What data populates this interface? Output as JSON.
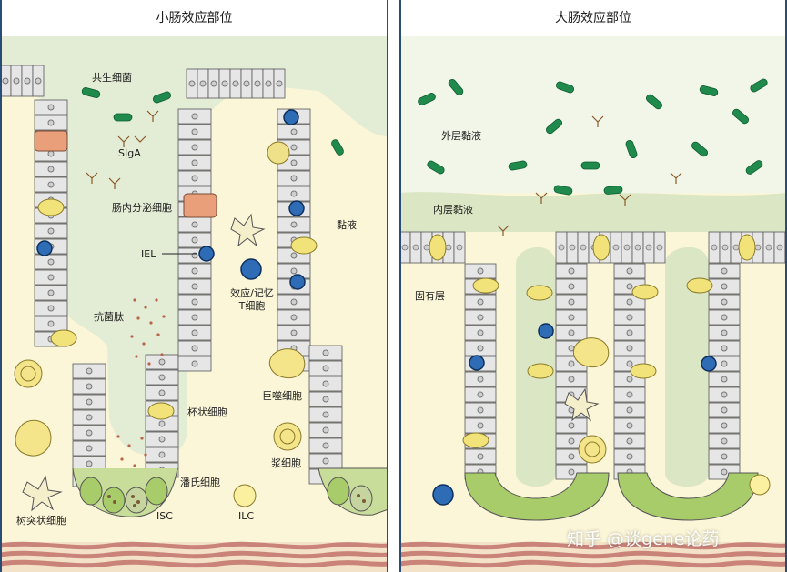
{
  "panels": {
    "small_intestine": {
      "title": "小肠效应部位",
      "labels": {
        "commensal": "共生细菌",
        "siga": "SIgA",
        "enteroendocrine": "肠内分泌细胞",
        "iel": "IEL",
        "effector_memory": "效应/记忆",
        "t_cell": "T细胞",
        "mucus": "黏液",
        "antimicrobial": "抗菌肽",
        "goblet": "杯状细胞",
        "macrophage": "巨噬细胞",
        "plasma": "浆细胞",
        "paneth": "潘氏细胞",
        "isc": "ISC",
        "ilc": "ILC",
        "dendritic": "树突状细胞"
      }
    },
    "large_intestine": {
      "title": "大肠效应部位",
      "labels": {
        "outer_mucus": "外层黏液",
        "inner_mucus": "内层黏液",
        "lamina_propria": "固有层"
      }
    }
  },
  "watermark": "知乎 @谈gene论药",
  "colors": {
    "panel_border": "#2a4d78",
    "lumen_mucus": "#e3ecd4",
    "lamina": "#fbf6d8",
    "epithelium": "#e6e6e6",
    "bacteria": "#1f8a4c",
    "goblet": "#f2e27a",
    "paneth": "#e9a07a",
    "stem": "#a8cc6a",
    "t_cell": "#2e6db5",
    "muscle": "#c98378"
  }
}
